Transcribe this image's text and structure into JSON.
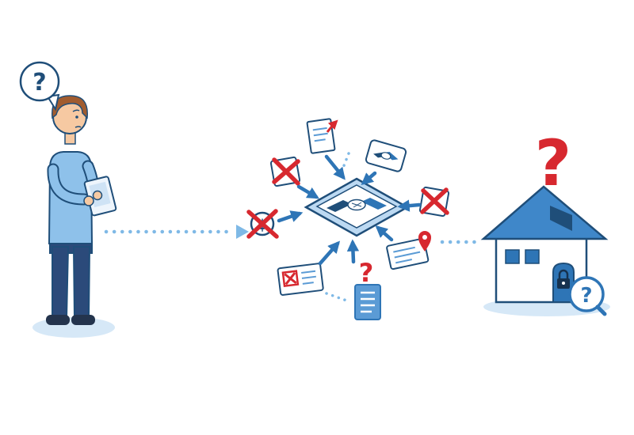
{
  "palette": {
    "outline": "#1f4e79",
    "primary": "#2e75b6",
    "mid": "#5b9bd5",
    "light": "#8ec1ea",
    "pale": "#d6e8f7",
    "dotted": "#7fb9e6",
    "red": "#d7282f",
    "skin": "#f6c9a2",
    "hair": "#a15c2f"
  },
  "person": {
    "icon": "confused-man-with-tablet-illustration",
    "bubble_symbol": "?"
  },
  "connectors": {
    "left": "dotted-arrow-right",
    "right": "dotted-line"
  },
  "cluster": {
    "center": {
      "icon": "handshake-deal-platform-icon"
    },
    "items": [
      {
        "icon": "document-alert-icon"
      },
      {
        "icon": "handshake-card-icon"
      },
      {
        "icon": "crossed-box-left-icon"
      },
      {
        "icon": "money-crossed-icon",
        "symbol": "$"
      },
      {
        "icon": "crossed-box-right-icon"
      },
      {
        "icon": "contract-pin-icon"
      },
      {
        "icon": "rejected-document-icon"
      },
      {
        "icon": "mystery-document-icon",
        "symbol": "?"
      }
    ]
  },
  "house": {
    "icon": "house-with-lock-illustration",
    "question_symbol": "?",
    "magnifier_symbol": "?"
  }
}
